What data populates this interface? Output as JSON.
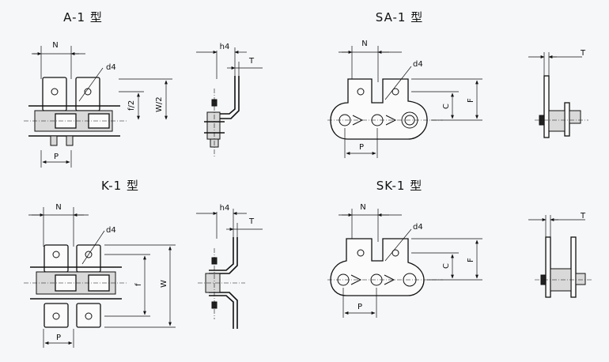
{
  "figures": {
    "a1": {
      "title": "A-1 型",
      "N": "N",
      "d4": "d4",
      "P": "P",
      "f2": "f/2",
      "W2": "W/2",
      "h4": "h4",
      "T": "T"
    },
    "sa1": {
      "title": "SA-1 型",
      "N": "N",
      "d4": "d4",
      "P": "P",
      "C": "C",
      "F": "F",
      "T": "T"
    },
    "k1": {
      "title": "K-1 型",
      "N": "N",
      "d4": "d4",
      "P": "P",
      "f": "f",
      "W": "W",
      "h4": "h4",
      "T": "T"
    },
    "sk1": {
      "title": "SK-1 型",
      "N": "N",
      "d4": "d4",
      "P": "P",
      "C": "C",
      "F": "F",
      "T": "T"
    }
  },
  "colors": {
    "line": "#111111",
    "background": "#f6f7f9",
    "fill": "#d9d9d9"
  }
}
